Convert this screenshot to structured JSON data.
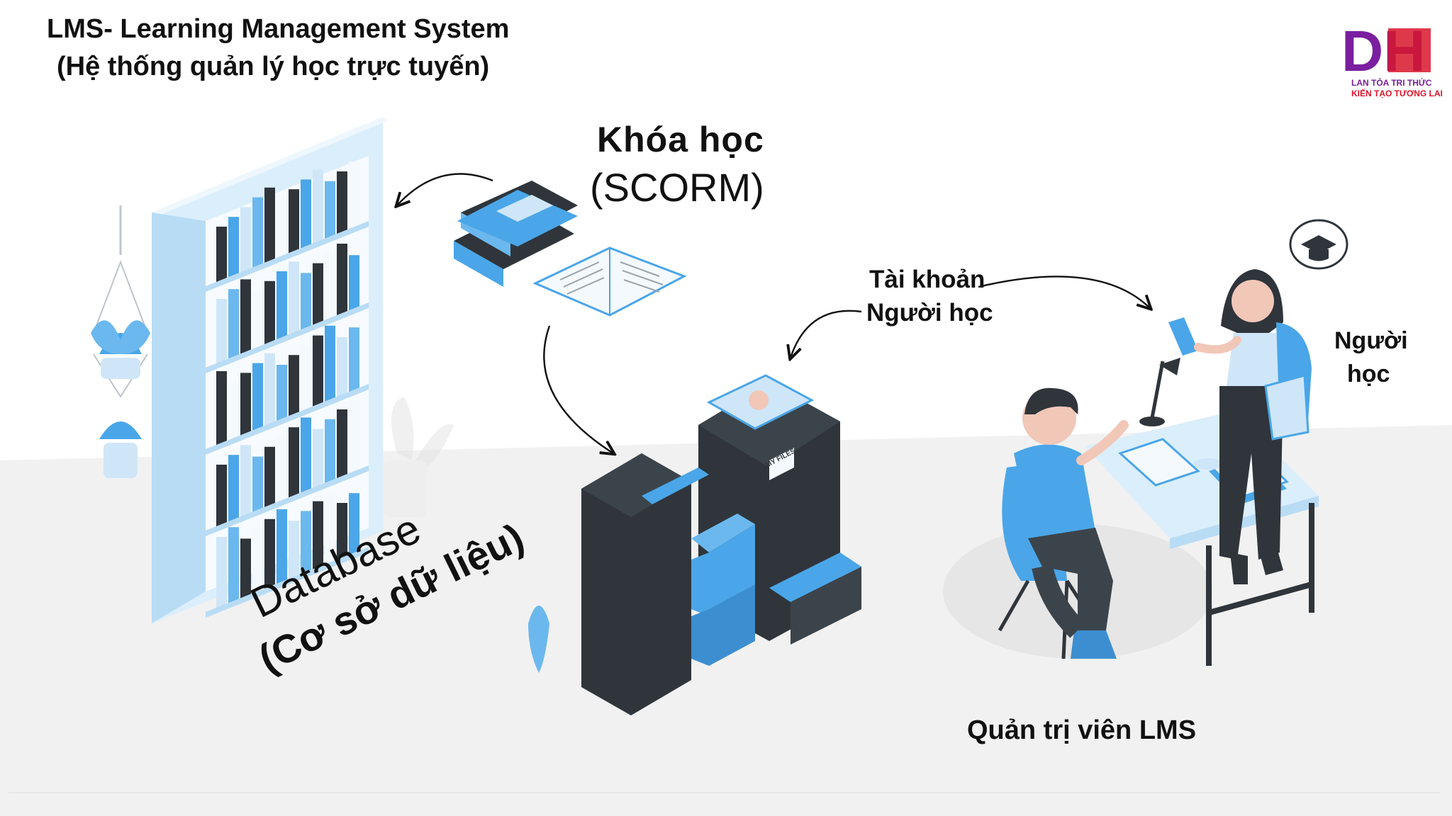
{
  "header": {
    "title_line1": "LMS- Learning Management System",
    "title_line2": "(Hệ thống quản lý học trực tuyến)"
  },
  "course": {
    "title": "Khóa học",
    "subtitle": "(SCORM)"
  },
  "database": {
    "label": "Database",
    "label_vi": "(Cơ sở dữ liệu)"
  },
  "account": {
    "line1": "Tài khoản",
    "line2": "Người học"
  },
  "learner": {
    "line1": "Người",
    "line2": "học"
  },
  "admin": {
    "label": "Quản trị viên LMS"
  },
  "logo": {
    "letters": "DH",
    "tagline1": "LAN TỎA TRI THỨC",
    "tagline2": "KIẾN TẠO TƯƠNG LAI"
  },
  "props": {
    "folder_label": "MY FILES"
  },
  "colors": {
    "accent": "#4aa6e8",
    "dark": "#2f353b",
    "light_blue": "#d6ecfb",
    "floor": "#f1f1f1",
    "logo_purple": "#7a1fa0",
    "logo_red": "#d8162c"
  }
}
